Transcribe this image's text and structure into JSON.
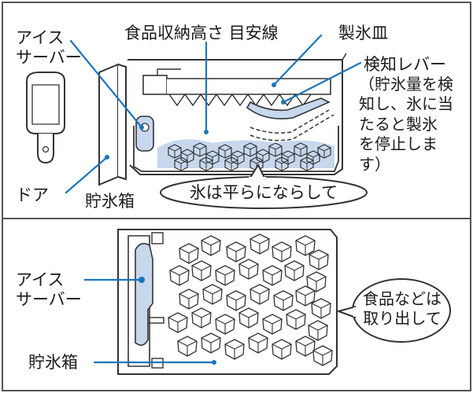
{
  "colors": {
    "leader": "#1b75bb",
    "ice_fill": "#c7d7ee",
    "outline": "#333333",
    "frame": "#555555"
  },
  "top": {
    "label_ice_server": "アイス\nサーバー",
    "label_door": "ドア",
    "label_bin": "貯氷箱",
    "label_height_line": "食品収納高さ 目安線",
    "label_ice_tray": "製氷皿",
    "label_sensor": "検知レバー",
    "label_sensor_note": "（貯氷量を検\n知し、氷に当\nたると製氷\nを停止しま\nす）",
    "bubble_flatten": "氷は平らにならして"
  },
  "bottom": {
    "label_ice_server": "アイス\nサーバー",
    "label_bin": "貯氷箱",
    "bubble_remove_food": "食品などは\n取り出して"
  }
}
